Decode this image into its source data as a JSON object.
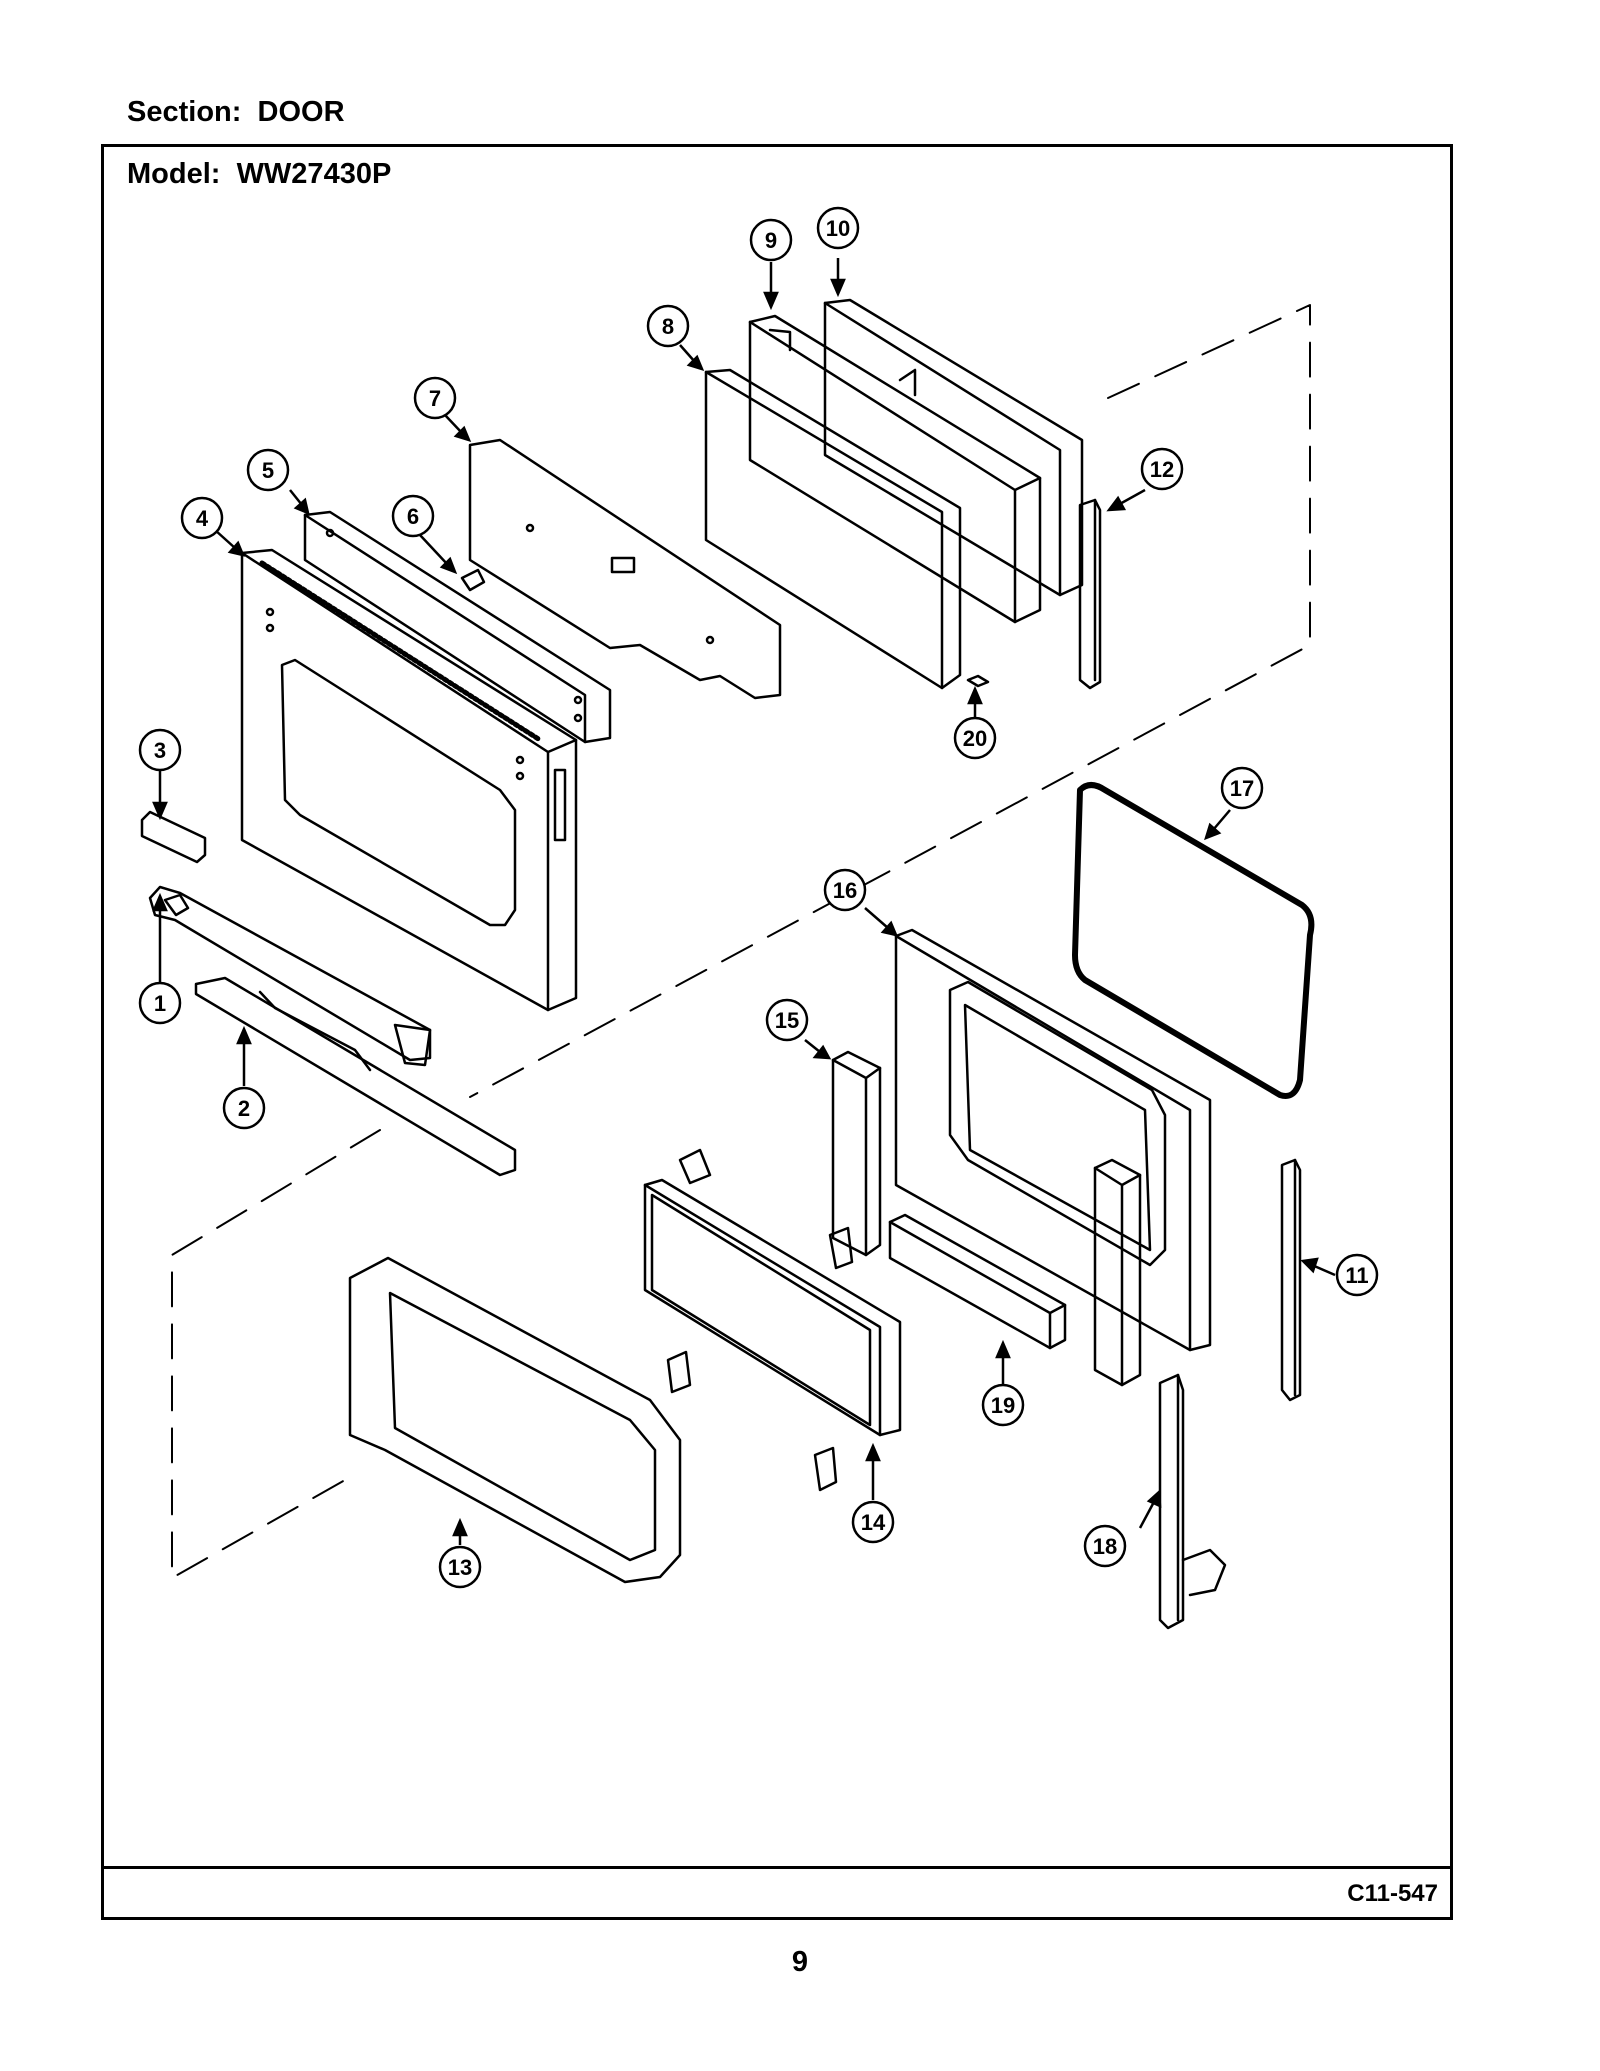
{
  "header": {
    "section_label": "Section:",
    "section_value": "DOOR",
    "model_label": "Model:",
    "model_value": "WW27430P"
  },
  "footer": {
    "drawing_code": "C11-547",
    "page_number": "9"
  },
  "diagram": {
    "callouts": [
      "1",
      "2",
      "3",
      "4",
      "5",
      "6",
      "7",
      "8",
      "9",
      "10",
      "11",
      "12",
      "13",
      "14",
      "15",
      "16",
      "17",
      "18",
      "19",
      "20"
    ]
  }
}
